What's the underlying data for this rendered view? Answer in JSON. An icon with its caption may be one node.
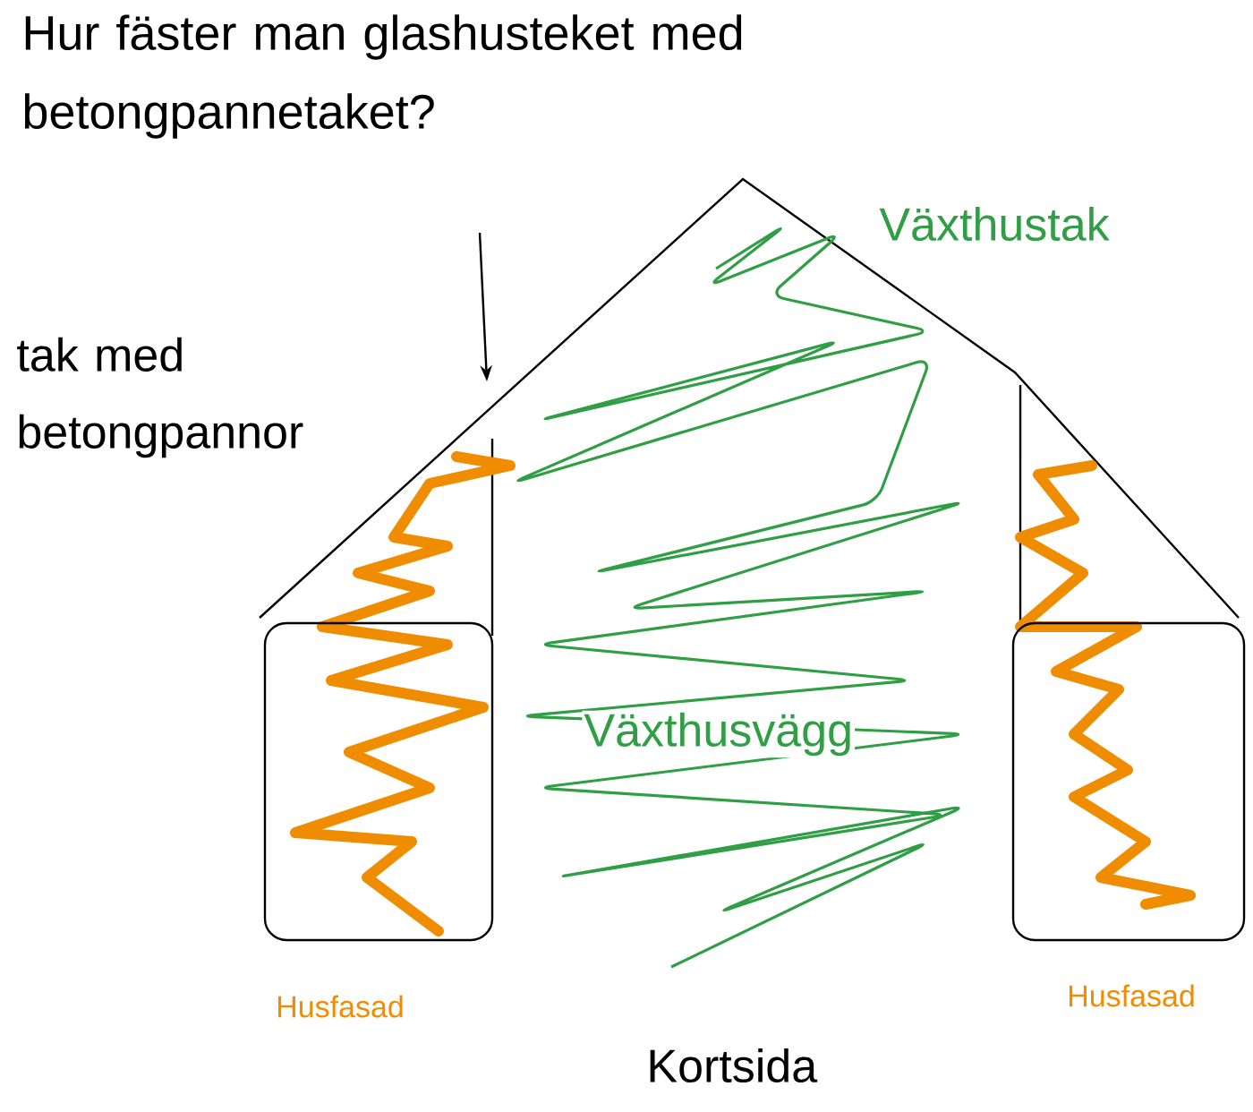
{
  "diagram": {
    "title": "Hur fäster man glashusteket med betongpannetaket?",
    "nodes": [
      {
        "text": [],
        "shape": "box",
        "beside": [
          "Husfasad"
        ]
      },
      {
        "text": [],
        "shape": "box",
        "beside": [
          "Husfasad"
        ]
      }
    ],
    "labels": [
      "Växthustak",
      "tak med betongpannor",
      "Växthusvägg",
      "Kortsida"
    ]
  }
}
